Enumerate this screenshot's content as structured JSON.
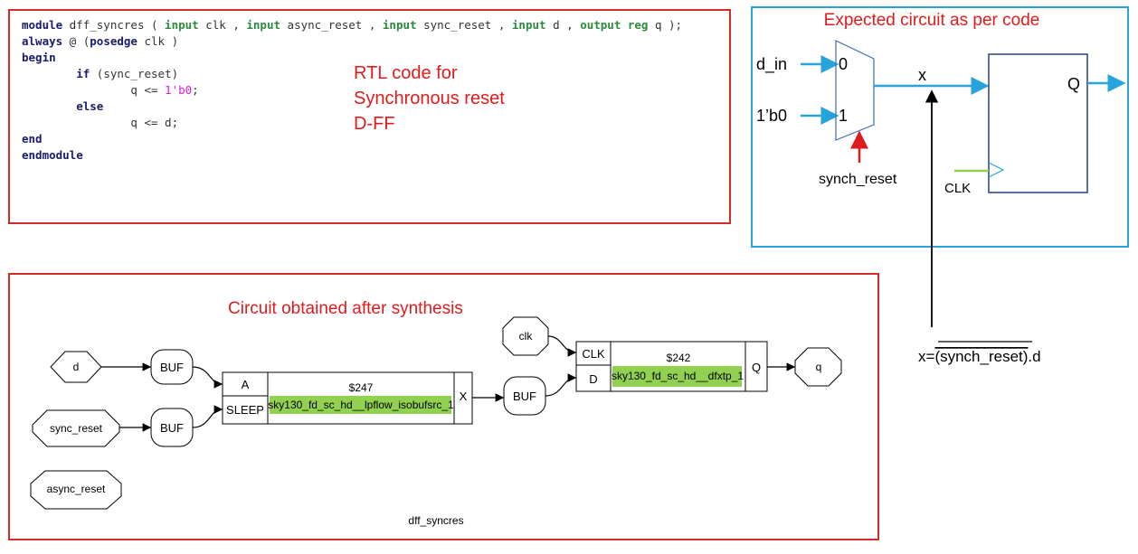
{
  "rtl": {
    "title": "RTL code for Synchronous reset D-FF",
    "title_lines": [
      "RTL code for",
      "Synchronous reset",
      "D-FF"
    ],
    "code": {
      "l1_module": "module",
      "l1_name": " dff_syncres ( ",
      "l1_in1": "input",
      "l1_clk": " clk , ",
      "l1_in2": "input",
      "l1_ar": " async_reset , ",
      "l1_in3": "input",
      "l1_sr": " sync_reset , ",
      "l1_in4": "input",
      "l1_d": " d , ",
      "l1_out": "output",
      "l1_reg": " reg",
      "l1_end": " q );",
      "l2_always": "always",
      "l2_rest1": " @ (",
      "l2_posedge": "posedge",
      "l2_rest2": " clk )",
      "l3_begin": "begin",
      "l4_indent": "        ",
      "l4_if": "if",
      "l4_rest": " (sync_reset)",
      "l5_indent": "                q <= ",
      "l5_val": "1'b0",
      "l5_end": ";",
      "l6_indent": "        ",
      "l6_else": "else",
      "l7_text": "                q <= d;",
      "l8_end": "end",
      "l9_endmodule": "endmodule"
    }
  },
  "expected": {
    "title": "Expected circuit as per code",
    "d_in": "d_in",
    "zero": "0",
    "one_b0": "1’b0",
    "one": "1",
    "synch_reset": "synch_reset",
    "x": "x",
    "q": "Q",
    "clk": "CLK"
  },
  "equation": {
    "prefix": "x=",
    "overlined": "(synch_reset)",
    "suffix": ".d"
  },
  "synthesis": {
    "title": "Circuit obtained after synthesis",
    "ports": {
      "d": "d",
      "sync_reset": "sync_reset",
      "async_reset": "async_reset",
      "clk": "clk",
      "q": "q"
    },
    "buf": "BUF",
    "cell1": {
      "id": "$247",
      "name": "sky130_fd_sc_hd__lpflow_isobufsrc_1",
      "in_a": "A",
      "in_sleep": "SLEEP",
      "out": "X"
    },
    "cell2": {
      "id": "$242",
      "name": "sky130_fd_sc_hd__dfxtp_1",
      "in_clk": "CLK",
      "in_d": "D",
      "out": "Q"
    },
    "module_name": "dff_syncres"
  },
  "colors": {
    "red": "#e01b1b",
    "blue": "#29a3dc",
    "green_fill": "#92d050"
  }
}
